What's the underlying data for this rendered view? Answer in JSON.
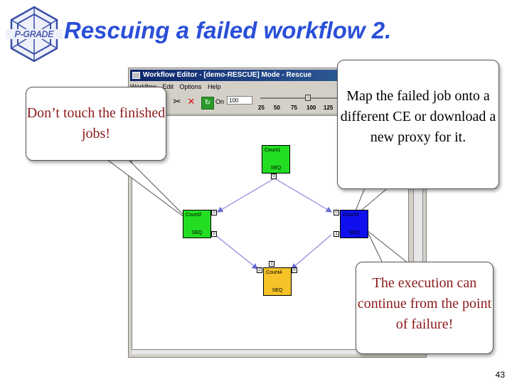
{
  "slide": {
    "title": "Rescuing a failed workflow 2.",
    "logo_text": "P-GRADE",
    "page_number": "43"
  },
  "window": {
    "title": "Workflow Editor - [demo-RESCUE]  Mode - Rescue",
    "menu": [
      "Workflow",
      "Edit",
      "Options",
      "Help"
    ],
    "on_label": "On",
    "on_value": "100",
    "zoom_ticks": [
      "25",
      "50",
      "75",
      "100",
      "125"
    ]
  },
  "jobs": [
    {
      "name": "Count1",
      "type": "SEQ",
      "color": "#22dd22",
      "ports_out": [
        "0"
      ]
    },
    {
      "name": "Count2",
      "type": "SEQ",
      "color": "#22dd22",
      "ports_in": [
        "0"
      ],
      "ports_out": [
        "0"
      ]
    },
    {
      "name": "Count3",
      "type": "SEQ",
      "color": "#1010ee",
      "ports_in": [
        "0"
      ],
      "ports_out": [
        "1"
      ]
    },
    {
      "name": "Count4",
      "type": "SEQ",
      "color": "#f5c228",
      "ports_top": [
        "1"
      ],
      "ports_in": [
        "2"
      ],
      "ports_out": [
        "0"
      ]
    }
  ],
  "callouts": {
    "left": "Don’t touch the finished jobs!",
    "right": "Map the failed job onto a different CE or download a new proxy for it.",
    "bottom": "The execution can continue from the point of failure!"
  }
}
